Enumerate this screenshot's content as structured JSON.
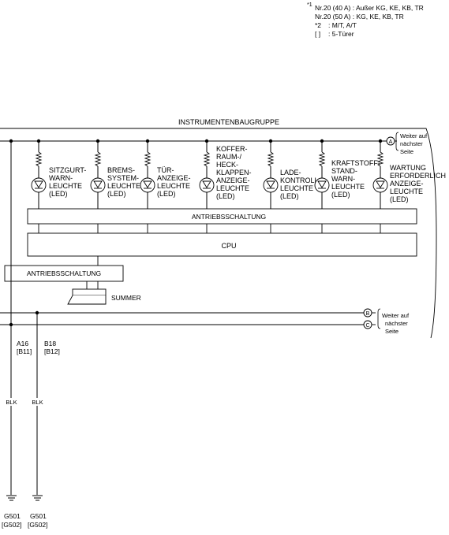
{
  "notes": {
    "n1_marker": "*1",
    "n1_line1": "Nr.20 (40 A) : Außer KG, KE, KB, TR",
    "n1_line2": "Nr.20 (50 A) : KG, KE, KB, TR",
    "n2_marker": "*2",
    "n2_text": ": M/T, A/T",
    "n3_marker": "[   ]",
    "n3_text": ": 5-Türer"
  },
  "instrument_group": {
    "title": "INSTRUMENTENBAUGRUPPE"
  },
  "connector_A": {
    "letter": "A",
    "continue_1": "Weiter auf",
    "continue_2": "nächster",
    "continue_3": "Seite"
  },
  "connectors_BC": {
    "b_letter": "B",
    "c_letter": "C",
    "continue_1": "Weiter auf",
    "continue_2": "nächster",
    "continue_3": "Seite"
  },
  "lamps": [
    {
      "lines": [
        "SITZGURT-",
        "WARN-",
        "LEUCHTE",
        "(LED)"
      ]
    },
    {
      "lines": [
        "BREMS-",
        "SYSTEM-",
        "LEUCHTE",
        "(LED)"
      ]
    },
    {
      "lines": [
        "TÜR-",
        "ANZEIGE-",
        "LEUCHTE",
        "(LED)"
      ]
    },
    {
      "lines": [
        "KOFFER-",
        "RAUM-/",
        "HECK-",
        "KLAPPEN-",
        "ANZEIGE-",
        "LEUCHTE",
        "(LED)"
      ]
    },
    {
      "lines": [
        "LADE-",
        "KONTROLL",
        "LEUCHTE",
        "(LED)"
      ]
    },
    {
      "lines": [
        "KRAFTSTOFF-",
        "STAND-",
        "WARN-",
        "LEUCHTE",
        "(LED)"
      ]
    },
    {
      "lines": [
        "WARTUNG",
        "ERFORDERLICH",
        "ANZEIGE-",
        "LEUCHTE",
        "(LED)"
      ]
    }
  ],
  "blocks": {
    "driver_upper": "ANTRIEBSSCHALTUNG",
    "cpu": "CPU",
    "driver_lower": "ANTRIEBSSCHALTUNG",
    "buzzer": "SUMMER"
  },
  "wires": [
    {
      "pin": "A16",
      "pin_alt": "[B11]",
      "color": "BLK",
      "ground": "G501",
      "ground_alt": "[G502]"
    },
    {
      "pin": "B18",
      "pin_alt": "[B12]",
      "color": "BLK",
      "ground": "G501",
      "ground_alt": "[G502]"
    }
  ]
}
